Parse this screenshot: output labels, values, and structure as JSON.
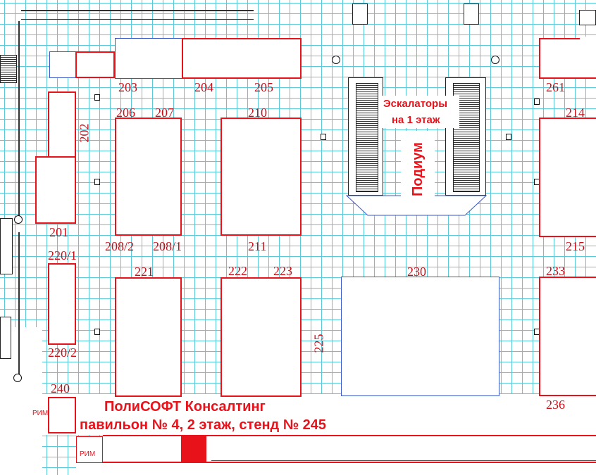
{
  "booths": [
    {
      "id": "203"
    },
    {
      "id": "204"
    },
    {
      "id": "205"
    },
    {
      "id": "206"
    },
    {
      "id": "207"
    },
    {
      "id": "210"
    },
    {
      "id": "202"
    },
    {
      "id": "201"
    },
    {
      "id": "208/2"
    },
    {
      "id": "208/1"
    },
    {
      "id": "211"
    },
    {
      "id": "220/1"
    },
    {
      "id": "220/2"
    },
    {
      "id": "221"
    },
    {
      "id": "222"
    },
    {
      "id": "223"
    },
    {
      "id": "225"
    },
    {
      "id": "230"
    },
    {
      "id": "233"
    },
    {
      "id": "236"
    },
    {
      "id": "261"
    },
    {
      "id": "214"
    },
    {
      "id": "215"
    },
    {
      "id": "240"
    }
  ],
  "escalator_label_line1": "Эскалаторы",
  "escalator_label_line2": "на 1 этаж",
  "podium_label": "Подиум",
  "company_name": "ПолиСОФТ Консалтинг",
  "location_text": "павильон № 4, 2 этаж, стенд № 245",
  "rim_labels": [
    "РИМ",
    "РИМ"
  ],
  "colors": {
    "booth_border": "#e8121b",
    "grid": "#5bc9d8",
    "highlight": "#e8121b",
    "label": "#c8101a"
  }
}
